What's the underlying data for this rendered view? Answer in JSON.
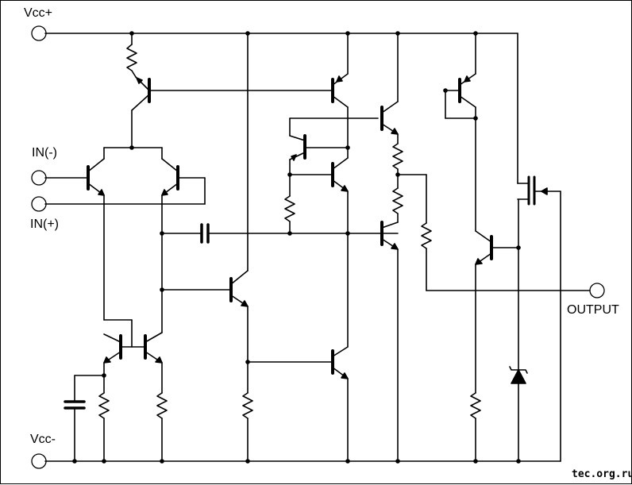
{
  "labels": {
    "vcc_plus": "Vcc+",
    "vcc_minus": "Vcc-",
    "in_minus": "IN(-)",
    "in_plus": "IN(+)",
    "output": "OUTPUT"
  },
  "watermark": "tec.org.ru",
  "colors": {
    "line": "#000000",
    "background": "#ffffff"
  }
}
